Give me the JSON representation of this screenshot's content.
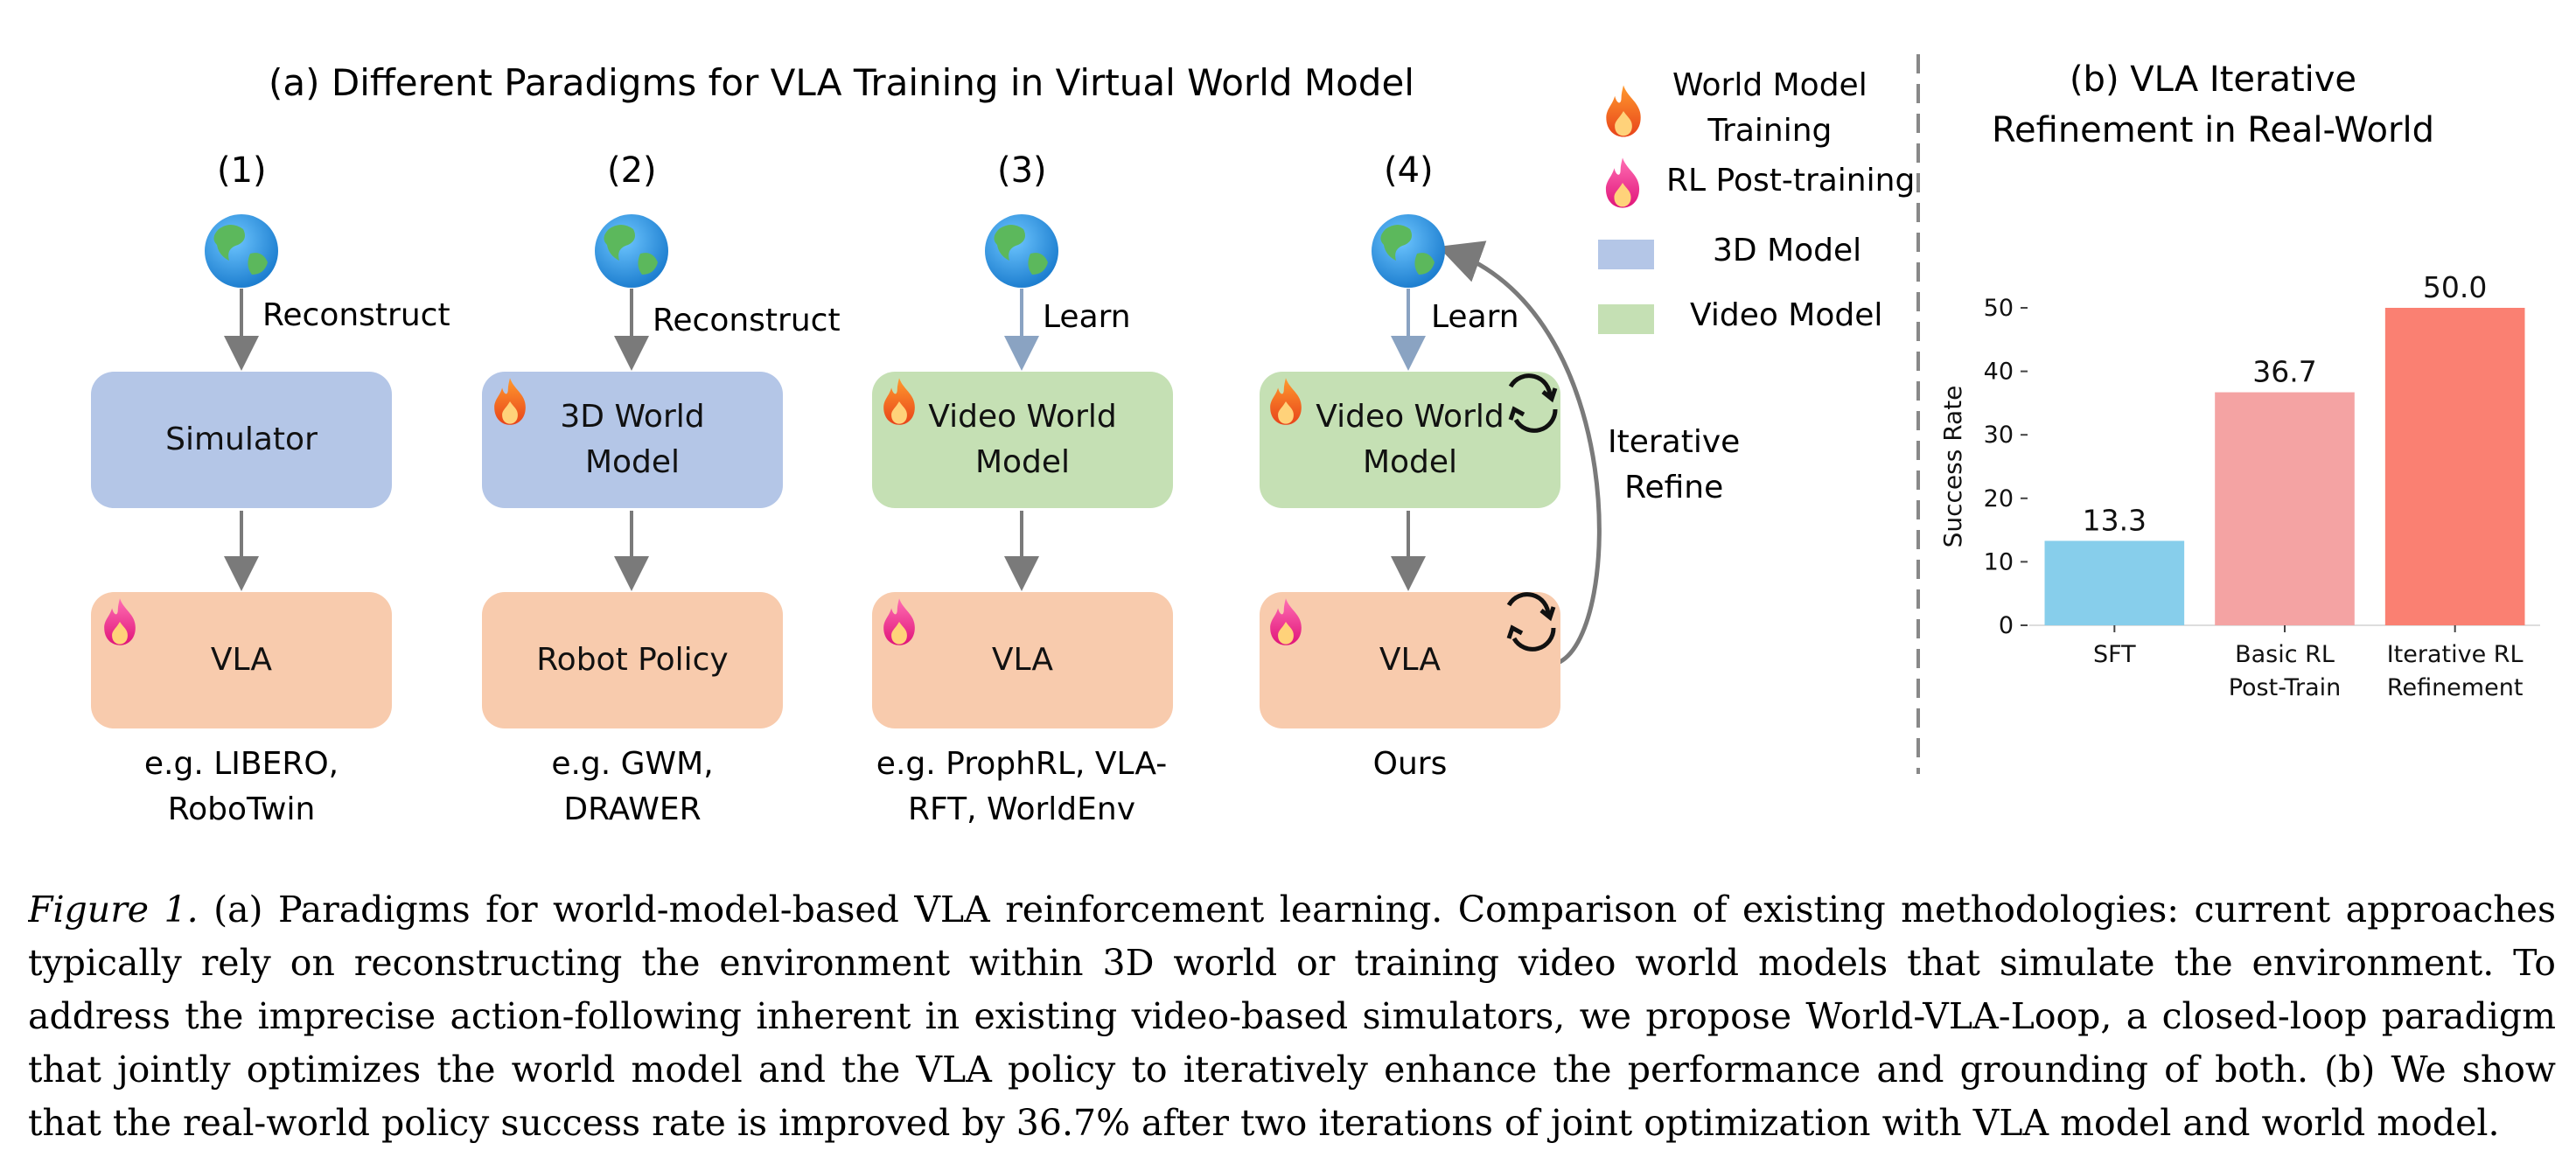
{
  "panel_a": {
    "title": "(a) Different Paradigms for VLA Training in Virtual World Model",
    "columns": [
      {
        "num": "(1)",
        "link": "Reconstruct",
        "top_box": "Simulator",
        "bottom_box": "VLA",
        "example": "e.g. LIBERO,\nRoboTwin"
      },
      {
        "num": "(2)",
        "link": "Reconstruct",
        "top_box": "3D World\nModel",
        "bottom_box": "Robot Policy",
        "example": "e.g. GWM,\nDRAWER"
      },
      {
        "num": "(3)",
        "link": "Learn",
        "top_box": "Video World\nModel",
        "bottom_box": "VLA",
        "example": "e.g. ProphRL, VLA-\nRFT, WorldEnv"
      },
      {
        "num": "(4)",
        "link": "Learn",
        "top_box": "Video World\nModel",
        "bottom_box": "VLA",
        "example": "Ours"
      }
    ],
    "iterative_label": "Iterative\nRefine",
    "icons": {
      "globe": "globe-icon",
      "fire_orange": "fire-icon",
      "fire_pink": "pink-fire-icon",
      "cycle": "cycle-icon"
    }
  },
  "legend": {
    "items": [
      {
        "label": "World Model\nTraining",
        "icon": "fire-icon"
      },
      {
        "label": "RL Post-training",
        "icon": "pink-fire-icon"
      },
      {
        "label": "3D Model",
        "color": "#b4c6e7"
      },
      {
        "label": "Video Model",
        "color": "#c5e0b4"
      }
    ]
  },
  "panel_b": {
    "title": "(b) VLA Iterative\nRefinement in Real-World"
  },
  "chart_data": {
    "type": "bar",
    "categories": [
      "SFT",
      "Basic RL\nPost-Train",
      "Iterative RL\nRefinement"
    ],
    "values": [
      13.3,
      36.7,
      50.0
    ],
    "value_labels": [
      "13.3",
      "36.7",
      "50.0"
    ],
    "colors": [
      "#87ceeb",
      "#f4a3a3",
      "#fa8072"
    ],
    "ylabel": "Success Rate",
    "ylim": [
      0,
      50
    ],
    "yticks": [
      0,
      10,
      20,
      30,
      40,
      50
    ],
    "grid": false
  },
  "caption": {
    "label": "Figure 1.",
    "lines": [
      " (a) Paradigms for world-model-based VLA reinforcement learning. Comparison of existing methodologies: current approaches",
      "typically rely on reconstructing the environment within 3D world or training video world models that simulate the environment. To",
      "address the imprecise action-following inherent in existing video-based simulators, we propose World-VLA-Loop, a closed-loop paradigm",
      "that jointly optimizes the world model and the VLA policy to iteratively enhance the performance and grounding of both. (b) We show",
      "that the real-world policy success rate is improved by 36.7% after two iterations of joint optimization with VLA model and world model."
    ]
  }
}
